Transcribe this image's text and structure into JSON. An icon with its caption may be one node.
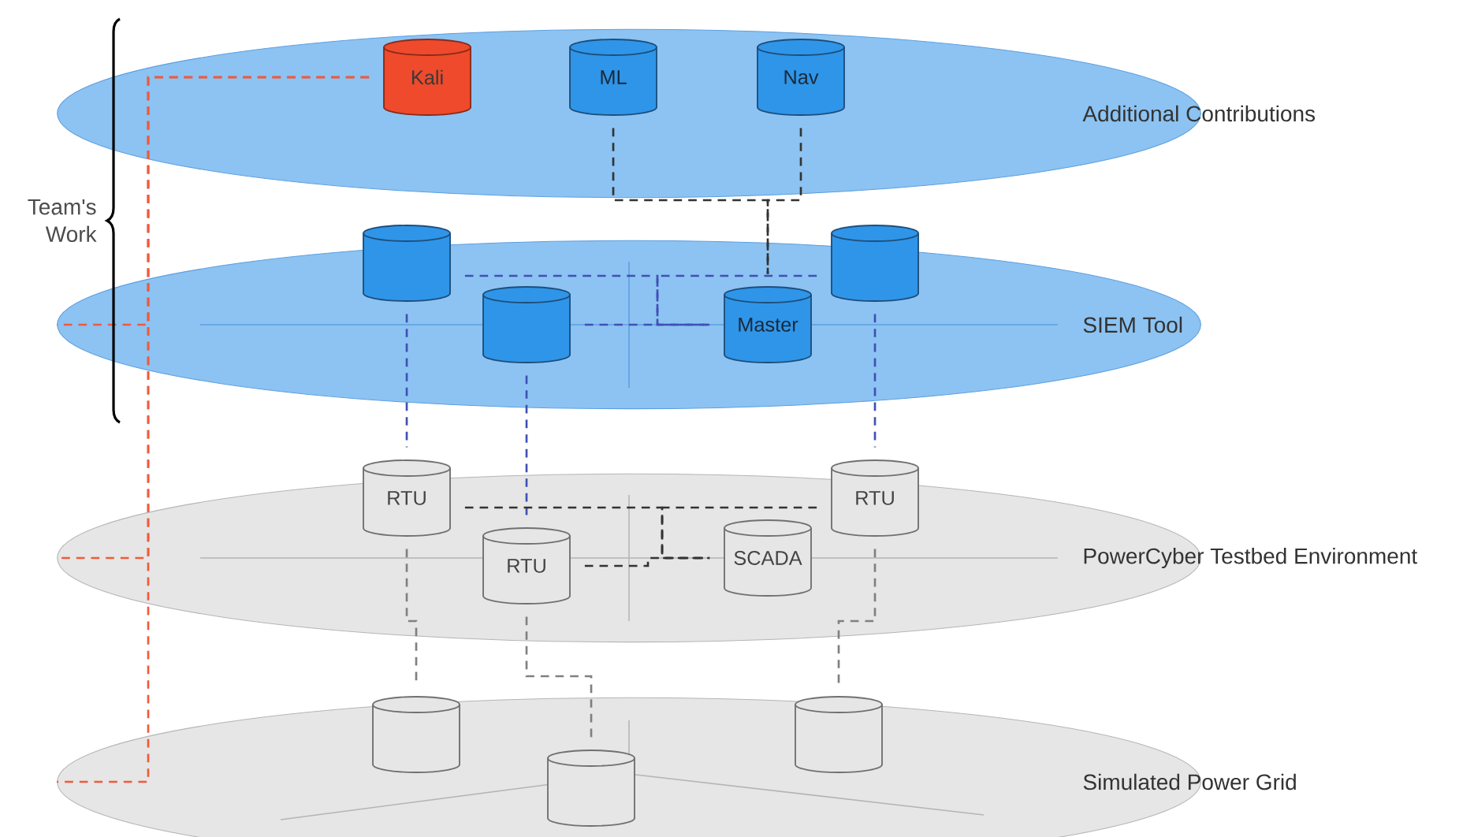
{
  "diagram": {
    "nodes": [
      {
        "text": [
          "Additional Contributions"
        ]
      },
      {
        "text": [
          "Kali"
        ],
        "in": 0
      },
      {
        "text": [
          "ML"
        ],
        "in": 0
      },
      {
        "text": [
          "Nav"
        ],
        "in": 0
      },
      {
        "text": [
          "SIEM Tool"
        ]
      },
      {
        "text": [],
        "shape": "cylinder",
        "in": 4
      },
      {
        "text": [],
        "shape": "cylinder",
        "in": 4
      },
      {
        "text": [
          "Master"
        ],
        "in": 4
      },
      {
        "text": [],
        "shape": "cylinder",
        "in": 4
      },
      {
        "text": [
          "PowerCyber Testbed Environment"
        ]
      },
      {
        "text": [
          "RTU"
        ],
        "in": 9
      },
      {
        "text": [
          "RTU"
        ],
        "in": 9
      },
      {
        "text": [
          "SCADA"
        ],
        "in": 9
      },
      {
        "text": [
          "RTU"
        ],
        "in": 9
      },
      {
        "text": [
          "Simulated Power Grid"
        ]
      },
      {
        "text": [],
        "shape": "cylinder",
        "in": 14
      },
      {
        "text": [],
        "shape": "cylinder",
        "in": 14
      },
      {
        "text": [],
        "shape": "cylinder",
        "in": 14
      }
    ],
    "edges": [
      {
        "from": 2,
        "to": 7,
        "arrow": "none",
        "style": "dashed",
        "color": "#333333"
      },
      {
        "from": 3,
        "to": 7,
        "arrow": "none",
        "style": "dashed",
        "color": "#333333"
      },
      {
        "from": 5,
        "to": 7,
        "arrow": "none",
        "style": "dashed",
        "color": "#4050b5"
      },
      {
        "from": 6,
        "to": 7,
        "arrow": "none",
        "style": "dashed",
        "color": "#4050b5"
      },
      {
        "from": 8,
        "to": 7,
        "arrow": "none",
        "style": "dashed",
        "color": "#4050b5"
      },
      {
        "from": 5,
        "to": 10,
        "arrow": "none",
        "style": "dashed",
        "color": "#4050b5"
      },
      {
        "from": 6,
        "to": 11,
        "arrow": "none",
        "style": "dashed",
        "color": "#4050b5"
      },
      {
        "from": 8,
        "to": 13,
        "arrow": "none",
        "style": "dashed",
        "color": "#4050b5"
      },
      {
        "from": 10,
        "to": 12,
        "arrow": "none",
        "style": "dashed",
        "color": "#333333"
      },
      {
        "from": 11,
        "to": 12,
        "arrow": "none",
        "style": "dashed",
        "color": "#333333"
      },
      {
        "from": 13,
        "to": 12,
        "arrow": "none",
        "style": "dashed",
        "color": "#333333"
      },
      {
        "from": 10,
        "to": 15,
        "arrow": "none",
        "style": "dashed",
        "color": "#808080"
      },
      {
        "from": 11,
        "to": 16,
        "arrow": "none",
        "style": "dashed",
        "color": "#808080"
      },
      {
        "from": 13,
        "to": 17,
        "arrow": "none",
        "style": "dashed",
        "color": "#808080"
      },
      {
        "from": 1,
        "to": 4,
        "arrow": "none",
        "style": "dashed",
        "color": "#f05a3c"
      },
      {
        "from": 1,
        "to": 9,
        "arrow": "none",
        "style": "dashed",
        "color": "#f05a3c"
      },
      {
        "from": 1,
        "to": 14,
        "arrow": "none",
        "style": "dashed",
        "color": "#f05a3c"
      }
    ],
    "labels": [
      "Team's Work"
    ]
  }
}
